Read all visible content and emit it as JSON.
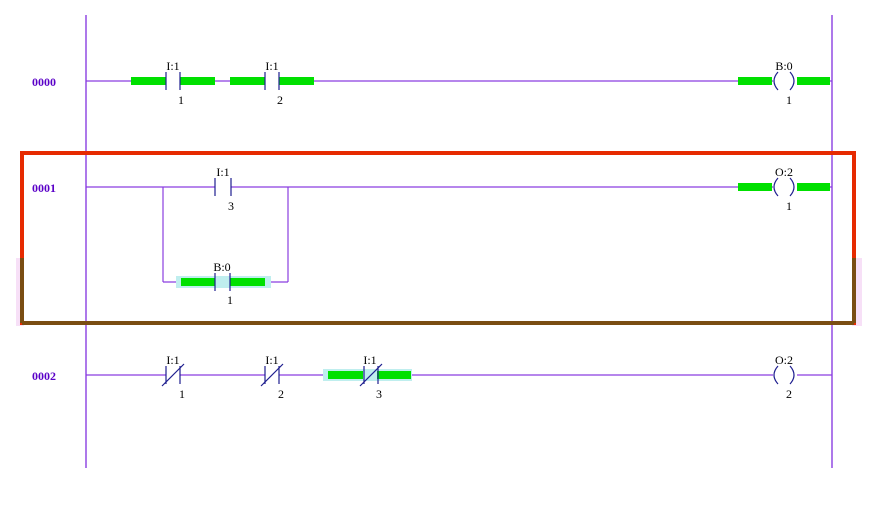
{
  "rungs": [
    {
      "number": "0000",
      "elements": [
        {
          "kind": "xic",
          "address": "I:1",
          "bit": "1",
          "energized": true
        },
        {
          "kind": "xic",
          "address": "I:1",
          "bit": "2",
          "energized": true
        },
        {
          "kind": "ote",
          "address": "B:0",
          "bit": "1",
          "energized": true
        }
      ]
    },
    {
      "number": "0001",
      "selected": true,
      "elements": [
        {
          "kind": "xic",
          "address": "I:1",
          "bit": "3",
          "energized": false
        },
        {
          "kind": "xic",
          "address": "B:0",
          "bit": "1",
          "energized": true,
          "branch": true
        },
        {
          "kind": "ote",
          "address": "O:2",
          "bit": "1",
          "energized": true
        }
      ]
    },
    {
      "number": "0002",
      "elements": [
        {
          "kind": "xio",
          "address": "I:1",
          "bit": "1",
          "energized": false
        },
        {
          "kind": "xio",
          "address": "I:1",
          "bit": "2",
          "energized": false
        },
        {
          "kind": "xio",
          "address": "I:1",
          "bit": "3",
          "energized": true
        },
        {
          "kind": "ote",
          "address": "O:2",
          "bit": "2",
          "energized": false
        }
      ]
    }
  ],
  "colors": {
    "rail": "#8a3ee0",
    "energized": "#00e000",
    "selection": "#e62a00",
    "rung_number": "#5a00c8"
  }
}
